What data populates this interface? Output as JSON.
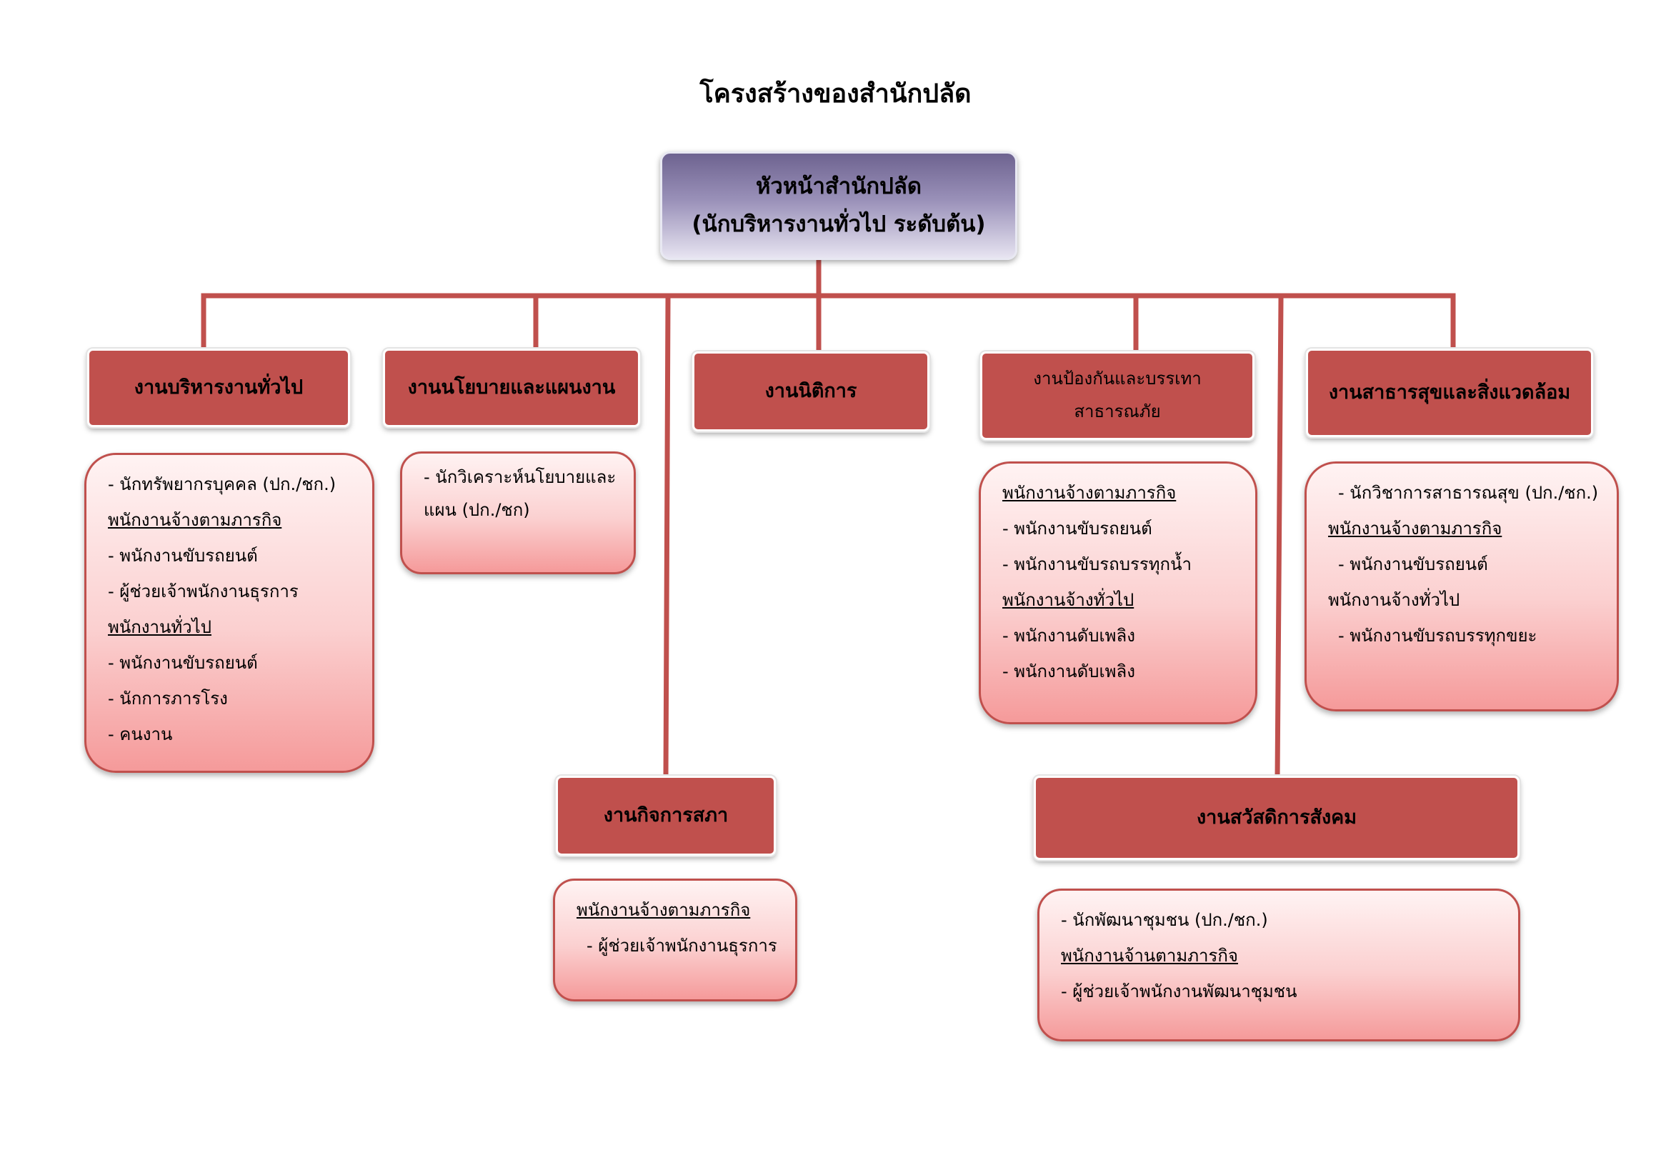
{
  "title": "โครงสร้างของสำนักปลัด",
  "head": {
    "line1": "หัวหน้าสำนักปลัด",
    "line2": "(นักบริหารงานทั่วไป ระดับต้น)"
  },
  "departments": {
    "general_admin": {
      "label": "งานบริหารงานทั่วไป",
      "staff": [
        "- นักทรัพยากรบุคคล (ปก./ชก.)",
        "พนักงานจ้างตามภารกิจ",
        "- พนักงานขับรถยนต์",
        "- ผู้ช่วยเจ้าพนักงานธุรการ",
        "พนักงานทั่วไป",
        "- พนักงานขับรถยนต์",
        "- นักการภารโรง",
        "- คนงาน"
      ]
    },
    "policy_plan": {
      "label": "งานนโยบายและแผนงาน",
      "staff": [
        "- นักวิเคราะห์นโยบายและ",
        "แผน (ปก./ชก)"
      ]
    },
    "legal": {
      "label": "งานนิติการ"
    },
    "disaster": {
      "label_line1": "งานป้องกันและบรรเทา",
      "label_line2": "สาธารณภัย",
      "staff": [
        "พนักงานจ้างตามภารกิจ",
        "- พนักงานขับรถยนต์",
        "- พนักงานขับรถบรรทุกน้ำ",
        "พนักงานจ้างทั่วไป",
        "- พนักงานดับเพลิง",
        "- พนักงานดับเพลิง"
      ]
    },
    "public_health": {
      "label": "งานสาธารสุขและสิ่งแวดล้อม",
      "staff": [
        "- นักวิชาการสาธารณสุข (ปก./ชก.)",
        "พนักงานจ้างตามภารกิจ",
        "- พนักงานขับรถยนต์",
        "พนักงานจ้างทั่วไป",
        "- พนักงานขับรถบรรทุกขยะ"
      ]
    },
    "council": {
      "label": "งานกิจการสภา",
      "staff": [
        "พนักงานจ้างตามภารกิจ",
        "- ผู้ช่วยเจ้าพนักงานธุรการ"
      ]
    },
    "social_welfare": {
      "label": "งานสวัสดิการสังคม",
      "staff": [
        "- นักพัฒนาชุมชน (ปก./ชก.)",
        "พนักงานจ้านตามภารกิจ",
        "- ผู้ช่วยเจ้าพนักงานพัฒนาชุมชน"
      ]
    }
  },
  "colors": {
    "department_fill": "#c0504d",
    "connector": "#c0504d",
    "head_gradient_top": "#6e6390",
    "staff_border": "#c0504d"
  }
}
